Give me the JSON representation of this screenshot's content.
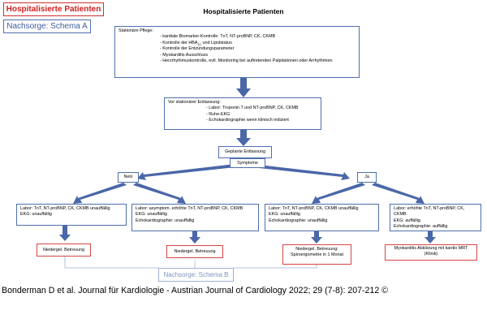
{
  "header": {
    "red_tag": "Hospitalisierte Patienten",
    "blue_tag": "Nachsorge: Schema A",
    "title": "Hospitalisierte Patienten"
  },
  "stationary_care": {
    "heading": "Stationäre Pflege:",
    "items": [
      "- kardiale Biomarker-Kontrolle: TnT, NT-proBNP, CK, CKMB",
      "- Kontrolle der HBA",
      "- Kontrolle der Entzündungsparameter",
      "- Myokarditis Ausschluss",
      "- Herzrhythmuskontrolle, evtl. Monitoring bei auftretenden Palpitationen oder Arrhythmien"
    ],
    "item2_sub": "1C",
    "item2_suffix": " und Lipidstatus"
  },
  "pre_discharge": {
    "heading": "Vor stationärer Entlassung:",
    "items": [
      "- Labor: Troponin T und NT-proBNP, CK, CKMB",
      "- Ruhe-EKG",
      "- Echokardiographie wenn klinisch indiziert"
    ]
  },
  "planned_discharge": "Geplante Entlassung",
  "symptoms": "Symptome",
  "no": "Nein",
  "yes": "Ja",
  "branches": [
    {
      "lines": [
        "Labor: TnT, NT-proBNP, CK, CKMB unauffällig",
        "EKG: unauffällig"
      ],
      "outcome": [
        "Niedergel. Betreuung"
      ]
    },
    {
      "lines": [
        "Labor: asymptom. erhöhte TnT, NT-proBNP, CK, CKMB",
        "EKG: unauffällig",
        "Echokardiographie: unauffällig"
      ],
      "outcome": [
        "Niedergel. Betreuung"
      ]
    },
    {
      "lines": [
        "Labor: TnT, NT-proBNP, CK, CKMB unauffällig",
        "EKG: unauffällig",
        "Echokardiographie: unauffällig"
      ],
      "outcome": [
        "Niedergel. Betreuung:",
        "Spiroergometrie in 1 Monat"
      ]
    },
    {
      "lines": [
        "Labor: erhöhte TnT, NT-proBNP, CK, CKMB",
        "EKG: auffällig",
        "Echokardiographie: auffällig"
      ],
      "outcome": [
        "Myokarditis Abklärung mit kardio MRT",
        "(Klinik)"
      ]
    }
  ],
  "followup_b": "Nachsorge: Schema B",
  "citation": "Bonderman D et al. Journal für Kardiologie - Austrian Journal of Cardiology 2022; 29 (7-8): 207-212 ©",
  "colors": {
    "arrow": "#4f6fab",
    "box_border": "#4f6fab",
    "red": "#d23030"
  }
}
